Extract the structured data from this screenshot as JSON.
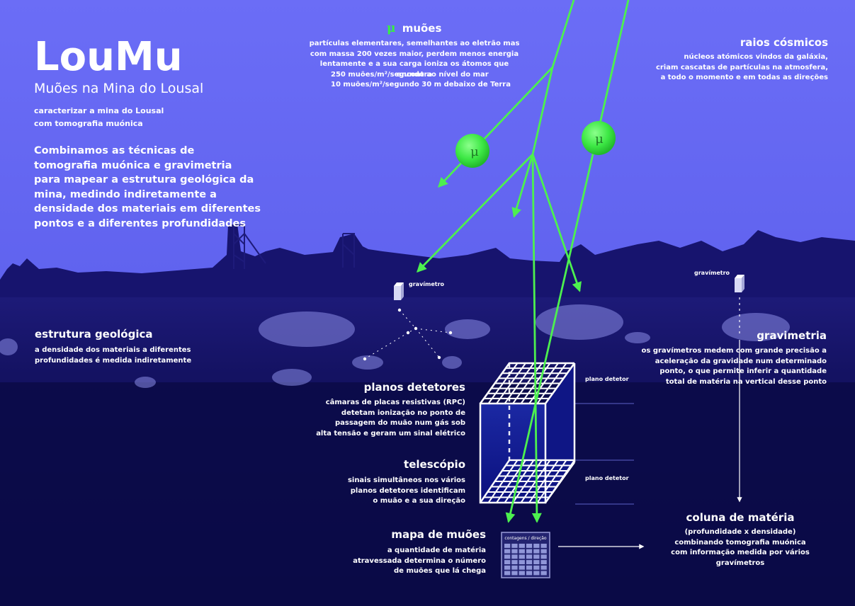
{
  "header": {
    "title": "LouMu",
    "subtitle": "Muões na Mina do Lousal",
    "aim": "caracterizar a mina do Lousal\ncom tomografia muónica",
    "intro": "Combinamos as técnicas de tomografia muónica e gravimetria para mapear a estrutura geológica da mina, medindo indiretamente a densidade dos materiais em diferentes pontos e a diferentes profundidades"
  },
  "muons": {
    "symbol": "μ",
    "heading": "muões",
    "text": "partículas elementares, semelhantes ao eletrão mas\ncom massa 200 vezes maior, perdem menos energia\nlentamente e a sua carga ioniza os átomos que encontra",
    "rate_sea": "250 muões/m²/segundo ao nível do mar",
    "rate_depth": "10 muões/m²/segundo 30 m debaixo de Terra"
  },
  "cosmic": {
    "heading": "raios cósmicos",
    "text": "núcleos atómicos vindos da galáxia,\ncriam cascatas de partículas na atmosfera,\na todo o momento e em todas as direções"
  },
  "geology": {
    "heading": "estrutura geológica",
    "text": "a densidade dos materiais a diferentes\nprofundidades é medida indiretamente"
  },
  "detectors": {
    "heading": "planos detetores",
    "text": "câmaras de placas resistivas (RPC)\ndetetam ionização no ponto de\npassagem do muão num gás sob\nalta tensão e geram um sinal elétrico"
  },
  "telescope": {
    "heading": "telescópio",
    "text": "sinais simultâneos nos vários\nplanos detetores identificam\no muão e a sua direção"
  },
  "muon_map": {
    "heading": "mapa de muões",
    "text": "a quantidade de matéria\natravessada determina o número\nde muões que lá chega",
    "box_label": "contagens / direção"
  },
  "gravimetry": {
    "heading": "gravimetria",
    "text": "os gravímetros medem com grande precisão a\naceleração da gravidade num determinado\nponto, o que permite inferir a quantidade\ntotal de matéria na vertical desse ponto",
    "device_label_left": "gravímetro",
    "device_label_right": "gravímetro"
  },
  "column": {
    "heading": "coluna de matéria",
    "text": "(profundidade x densidade)\ncombinando tomografia muónica\ncom informação medida por vários gravímetros"
  },
  "plane_labels": {
    "top": "plano detetor",
    "bottom": "plano detetor"
  },
  "ball_symbol": "μ",
  "colors": {
    "sky": "#6a6cf5",
    "ground": "#0b0b46",
    "muon_green": "#38ee44",
    "track_green": "#5ee85e"
  }
}
